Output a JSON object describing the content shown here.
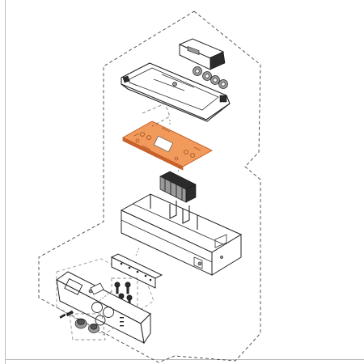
{
  "diagram": {
    "colors": {
      "highlight": "#f29a5c",
      "highlight_edge": "#c8622a",
      "line": "#222222",
      "boundary": "#444444",
      "background": "#ffffff"
    },
    "parts": [
      {
        "name": "display-bracket",
        "highlighted": false
      },
      {
        "name": "control-panel-cover",
        "highlighted": false
      },
      {
        "name": "knob-set",
        "highlighted": false
      },
      {
        "name": "main-control-board",
        "highlighted": true
      },
      {
        "name": "relay-connector-block",
        "highlighted": false
      },
      {
        "name": "control-housing",
        "highlighted": false
      },
      {
        "name": "interface-board",
        "highlighted": false
      },
      {
        "name": "fastener-set",
        "highlighted": false
      },
      {
        "name": "front-console-panel",
        "highlighted": false
      },
      {
        "name": "rotary-knobs",
        "highlighted": false
      }
    ]
  }
}
